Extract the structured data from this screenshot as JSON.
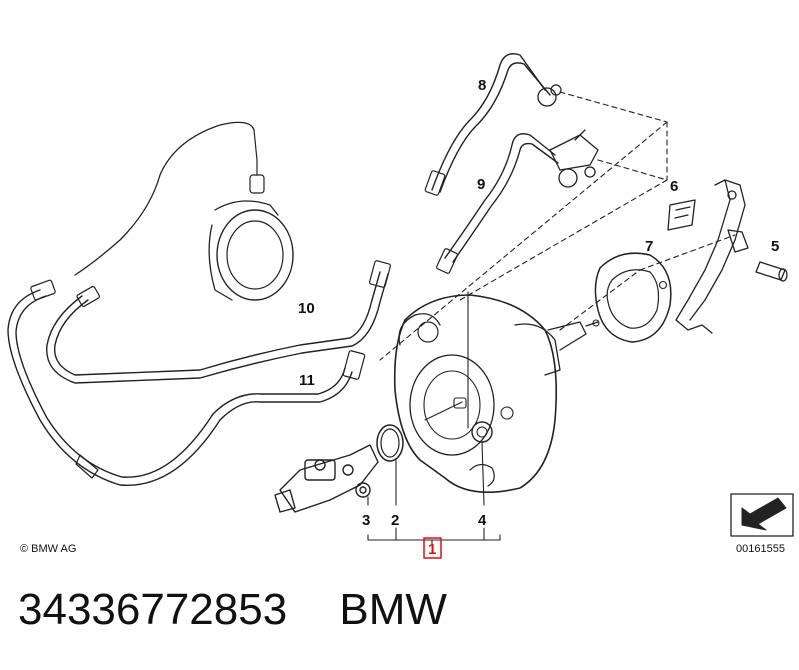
{
  "diagram": {
    "copyright": "© BMW AG",
    "image_number": "00161555",
    "callouts": {
      "c1": "1",
      "c2": "2",
      "c3": "3",
      "c4": "4",
      "c5": "5",
      "c6": "6",
      "c7": "7",
      "c8": "8",
      "c9": "9",
      "c10": "10",
      "c11": "11"
    }
  },
  "caption": {
    "part_number": "34336772853",
    "brand": "BMW"
  }
}
